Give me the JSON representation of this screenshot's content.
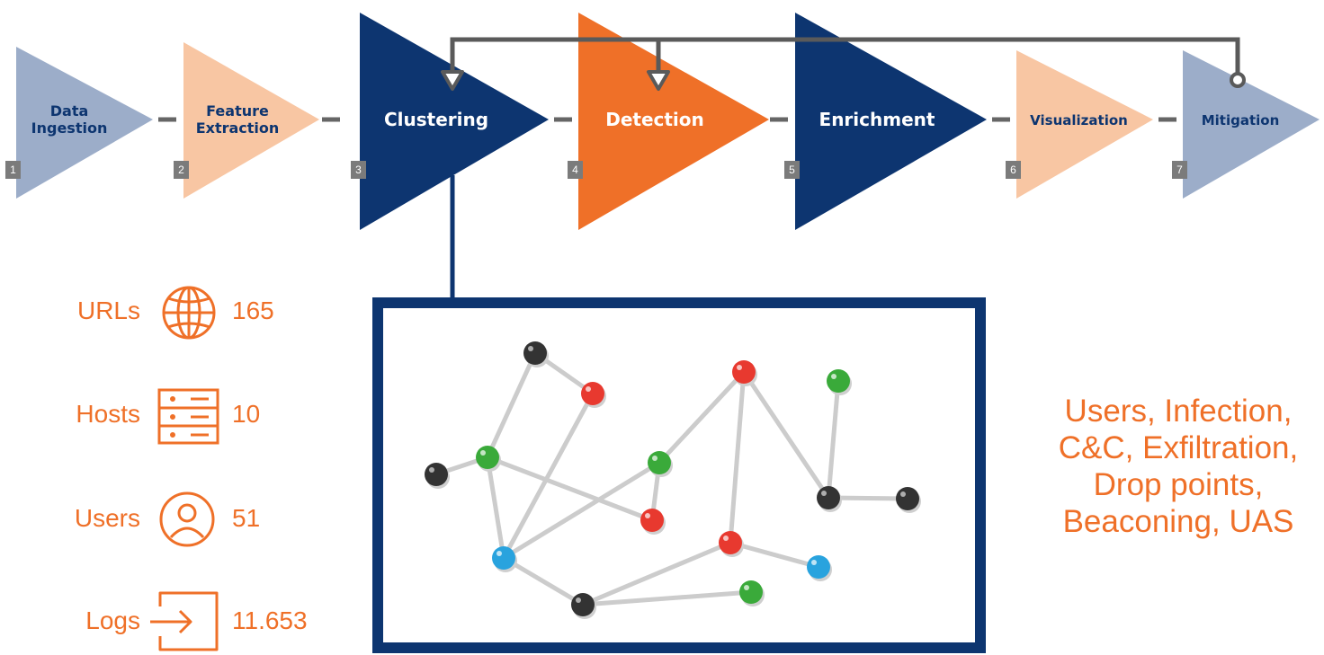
{
  "pipeline": {
    "stages": [
      {
        "number": "1",
        "label": "Data\nIngestion",
        "color": "#9cadc9",
        "text_color": "#0d3570"
      },
      {
        "number": "2",
        "label": "Feature\nExtraction",
        "color": "#f8c6a3",
        "text_color": "#0d3570"
      },
      {
        "number": "3",
        "label": "Clustering",
        "color": "#0d3570",
        "text_color": "#ffffff"
      },
      {
        "number": "4",
        "label": "Detection",
        "color": "#ef7028",
        "text_color": "#ffffff"
      },
      {
        "number": "5",
        "label": "Enrichment",
        "color": "#0d3570",
        "text_color": "#ffffff"
      },
      {
        "number": "6",
        "label": "Visualization",
        "color": "#f8c6a3",
        "text_color": "#0d3570"
      },
      {
        "number": "7",
        "label": "Mitigation",
        "color": "#9cadc9",
        "text_color": "#0d3570"
      }
    ],
    "connector_color": "#666666",
    "feedback_arrow_color": "#5a5a5a"
  },
  "metrics": [
    {
      "label": "URLs",
      "icon": "globe-icon",
      "value": "165"
    },
    {
      "label": "Hosts",
      "icon": "server-icon",
      "value": "10"
    },
    {
      "label": "Users",
      "icon": "user-icon",
      "value": "51"
    },
    {
      "label": "Logs",
      "icon": "login-icon",
      "value": "11.653"
    }
  ],
  "accent_color": "#ef7028",
  "graph": {
    "frame_color": "#0d3570",
    "node_colors": {
      "black": "#333333",
      "red": "#e8392f",
      "green": "#3aaa3a",
      "blue": "#29a3de"
    },
    "edge_color": "#cccccc"
  },
  "categories": [
    "Users, Infection,",
    "C&C, Exfiltration,",
    "Drop points,",
    "Beaconing, UAS"
  ]
}
